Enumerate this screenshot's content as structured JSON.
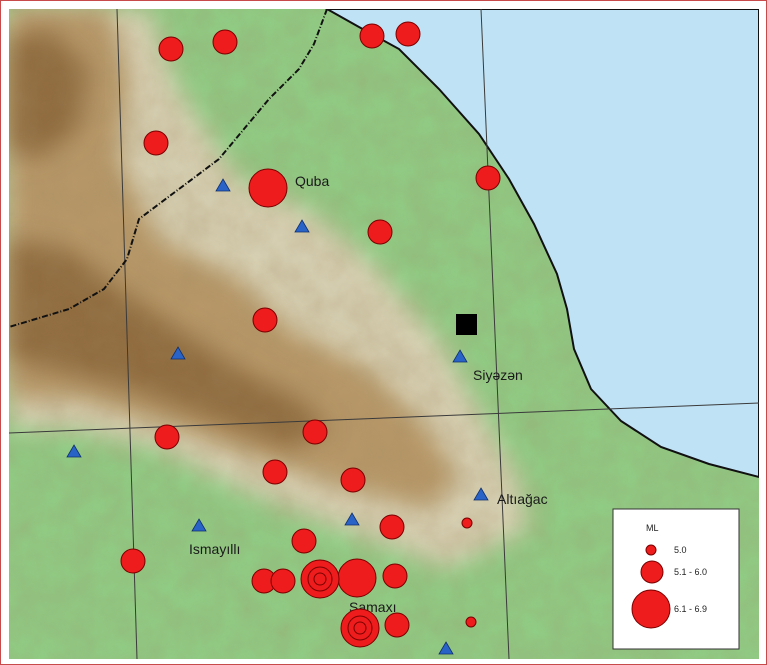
{
  "map": {
    "labels": {
      "quba": "Quba",
      "siyezen": "Siyəzən",
      "altiagac": "Altıağac",
      "ismayilli": "Ismayıllı",
      "samaxi": "Şamaxı"
    },
    "legend": {
      "title": "ML",
      "classes": [
        "5.0",
        "5.1 - 6.0",
        "6.1 - 6.9"
      ]
    },
    "colors": {
      "sea": "#bfe3f5",
      "lowland": "#8fcf86",
      "foothill": "#d9d3b6",
      "mountain": "#b89868",
      "high-mountain": "#8f6a3c",
      "epicenter": "#ee1c1c",
      "station": "#2a63c8",
      "border": "#222222",
      "grid": "#3a3a3a"
    },
    "icons": {
      "epicenter": "red-circle",
      "station": "blue-triangle",
      "city": "black-square"
    }
  }
}
